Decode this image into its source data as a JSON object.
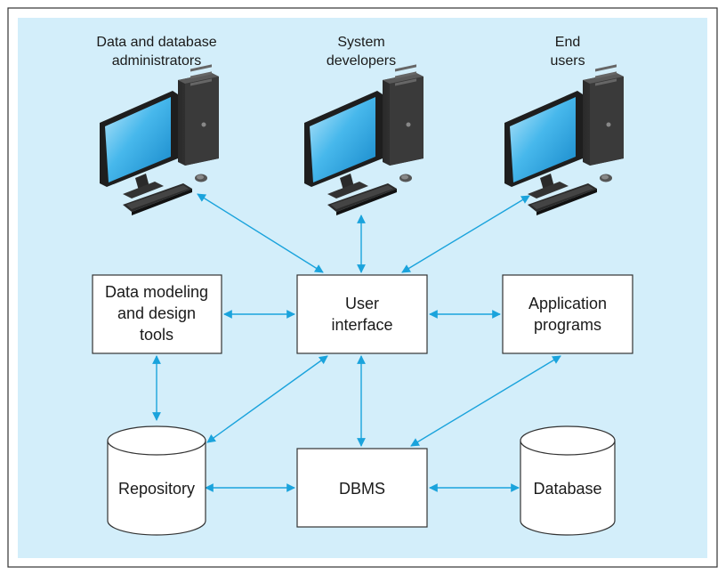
{
  "colors": {
    "panel_background": "#d3eefa",
    "outer_border": "#333333",
    "arrow": "#1aa3dc",
    "box_fill": "#ffffff",
    "box_stroke": "#333333",
    "monitor_screen": "#27a6e6"
  },
  "users": [
    {
      "id": "admins",
      "icon": "computer-workstation-icon",
      "label_lines": [
        "Data and database",
        "administrators"
      ]
    },
    {
      "id": "developers",
      "icon": "computer-workstation-icon",
      "label_lines": [
        "System",
        "developers"
      ]
    },
    {
      "id": "end_users",
      "icon": "computer-workstation-icon",
      "label_lines": [
        "End",
        "users"
      ]
    }
  ],
  "boxes": {
    "modeling_tools": {
      "label_lines": [
        "Data modeling",
        "and design",
        "tools"
      ]
    },
    "user_interface": {
      "label_lines": [
        "User",
        "interface"
      ]
    },
    "application_programs": {
      "label_lines": [
        "Application",
        "programs"
      ]
    },
    "dbms": {
      "label_lines": [
        "DBMS"
      ]
    }
  },
  "cylinders": {
    "repository": {
      "icon": "database-cylinder-icon",
      "label": "Repository"
    },
    "database": {
      "icon": "database-cylinder-icon",
      "label": "Database"
    }
  },
  "connections": [
    {
      "from": "admins",
      "to": "user_interface",
      "bidirectional": true
    },
    {
      "from": "developers",
      "to": "user_interface",
      "bidirectional": true
    },
    {
      "from": "end_users",
      "to": "user_interface",
      "bidirectional": true
    },
    {
      "from": "modeling_tools",
      "to": "user_interface",
      "bidirectional": true
    },
    {
      "from": "user_interface",
      "to": "application_programs",
      "bidirectional": true
    },
    {
      "from": "modeling_tools",
      "to": "repository",
      "bidirectional": true
    },
    {
      "from": "user_interface",
      "to": "repository",
      "bidirectional": true
    },
    {
      "from": "user_interface",
      "to": "dbms",
      "bidirectional": true
    },
    {
      "from": "application_programs",
      "to": "dbms",
      "bidirectional": true
    },
    {
      "from": "repository",
      "to": "dbms",
      "bidirectional": true
    },
    {
      "from": "dbms",
      "to": "database",
      "bidirectional": true
    }
  ]
}
